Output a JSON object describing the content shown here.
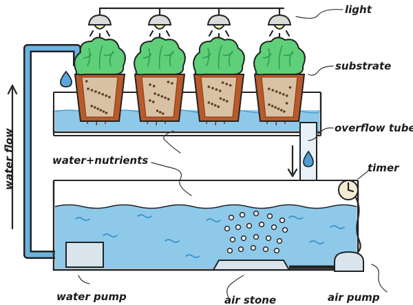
{
  "labels": {
    "light": "light",
    "substrate": "substrate",
    "overflow_tube": "overflow tube",
    "water_nutrients": "water+nutrients",
    "timer": "timer",
    "water_flow": "water flow",
    "water_pump": "water pump",
    "air_stone": "air stone",
    "air_pump": "air pump"
  },
  "colors": {
    "water": "#8ec9ea",
    "water_dark": "#4b9fd6",
    "pot": "#b85a2a",
    "pot_dark": "#8e3f19",
    "lettuce": "#5fcf7a",
    "lettuce_dark": "#2e9d4e",
    "lamp_light": "#f4f2b0",
    "pipe": "#6bb3e0",
    "tank_outline": "#222222",
    "device": "#d9e4ec"
  },
  "icons": [
    "lamp-icon",
    "lettuce-icon",
    "pot-icon",
    "water-drop-icon",
    "clock-icon",
    "air-bubble-icon"
  ]
}
